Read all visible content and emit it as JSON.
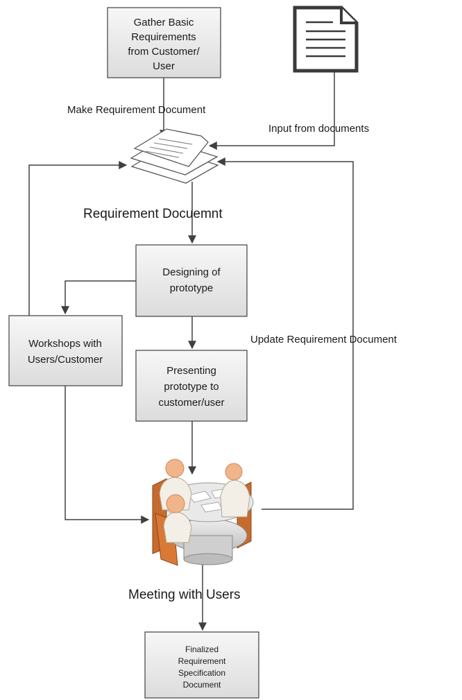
{
  "boxes": {
    "gather": [
      "Gather Basic",
      "Requirements",
      "from Customer/",
      "User"
    ],
    "designing": [
      "Designing of",
      "prototype"
    ],
    "workshops": [
      "Workshops with",
      "Users/Customer"
    ],
    "presenting": [
      "Presenting",
      "prototype to",
      "customer/user"
    ],
    "finalized": [
      "Finalized",
      "Requirement",
      "Specification",
      "Document"
    ]
  },
  "labels": {
    "make_doc": "Make Requirement Document",
    "input_docs": "Input from documents",
    "req_doc": "Requirement Docuemnt",
    "update_doc": "Update Requirement Document",
    "meeting": "Meeting with Users"
  },
  "icons": {
    "document": "document-icon",
    "stack": "document-stack-icon",
    "meeting": "meeting-people-icon"
  },
  "colors": {
    "box_fill_top": "#f7f7f7",
    "box_fill_bottom": "#dcdcdc",
    "line": "#404040",
    "person_skin": "#f2b48a",
    "person_body": "#f4efe6",
    "chair": "#c86a2e",
    "table": "#d9d9d9"
  }
}
